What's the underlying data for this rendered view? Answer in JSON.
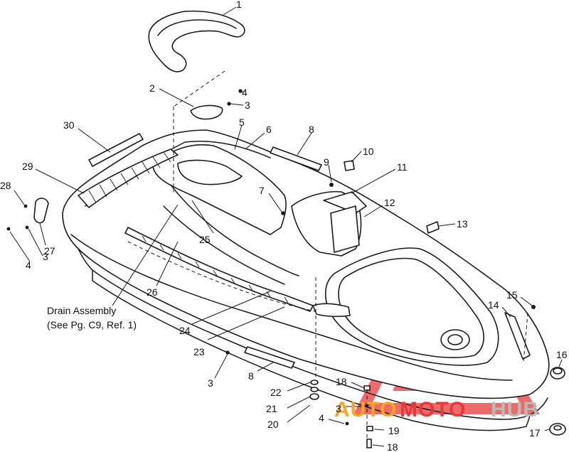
{
  "note": {
    "line1": "Drain Assembly",
    "line2": "(See Pg. C9, Ref. 1)"
  },
  "watermark": {
    "part_auto": "AUTO",
    "part_moto": "MOTO",
    "part_hub": "HUB",
    "color_auto": "#f5a623",
    "color_moto": "#e8393a",
    "color_hub": "#b9b9b9",
    "triangle_color": "#e8393a"
  },
  "callouts": [
    {
      "label": "1"
    },
    {
      "label": "2"
    },
    {
      "label": "4"
    },
    {
      "label": "3"
    },
    {
      "label": "30"
    },
    {
      "label": "5"
    },
    {
      "label": "6"
    },
    {
      "label": "8"
    },
    {
      "label": "9"
    },
    {
      "label": "10"
    },
    {
      "label": "11"
    },
    {
      "label": "29"
    },
    {
      "label": "28"
    },
    {
      "label": "7"
    },
    {
      "label": "12"
    },
    {
      "label": "13"
    },
    {
      "label": "25"
    },
    {
      "label": "27"
    },
    {
      "label": "3"
    },
    {
      "label": "4"
    },
    {
      "label": "26"
    },
    {
      "label": "24"
    },
    {
      "label": "23"
    },
    {
      "label": "15"
    },
    {
      "label": "14"
    },
    {
      "label": "16"
    },
    {
      "label": "3"
    },
    {
      "label": "8"
    },
    {
      "label": "22"
    },
    {
      "label": "18"
    },
    {
      "label": "21"
    },
    {
      "label": "3"
    },
    {
      "label": "20"
    },
    {
      "label": "4"
    },
    {
      "label": "19"
    },
    {
      "label": "17"
    },
    {
      "label": "18"
    }
  ]
}
